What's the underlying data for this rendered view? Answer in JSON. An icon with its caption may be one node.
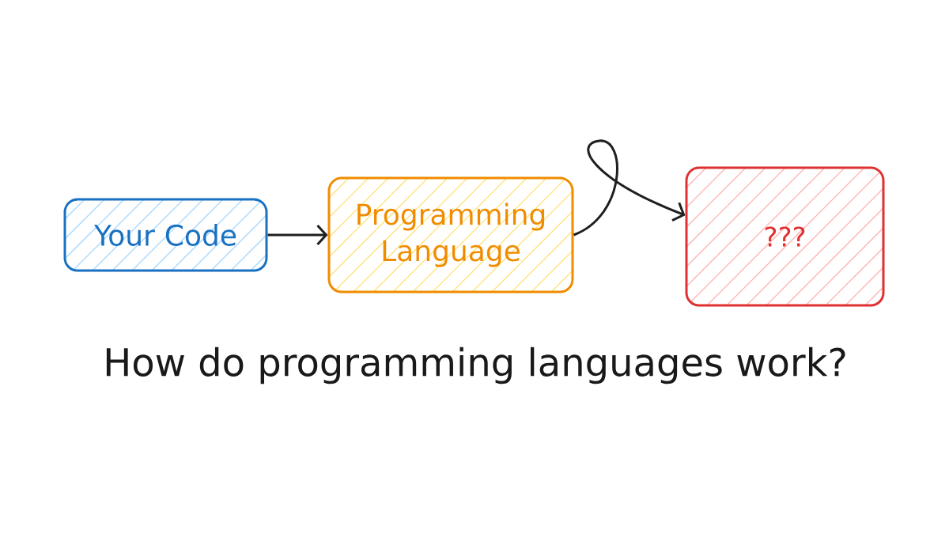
{
  "diagram": {
    "caption": "How do programming languages work?",
    "nodes": [
      {
        "text": [
          "Your Code"
        ]
      },
      {
        "text": [
          "Programming Language"
        ]
      },
      {
        "text": [
          "???"
        ]
      }
    ],
    "edges": [
      {
        "from": 0,
        "to": 1,
        "arrow": "to"
      },
      {
        "from": 1,
        "to": 2,
        "arrow": "to"
      }
    ]
  }
}
